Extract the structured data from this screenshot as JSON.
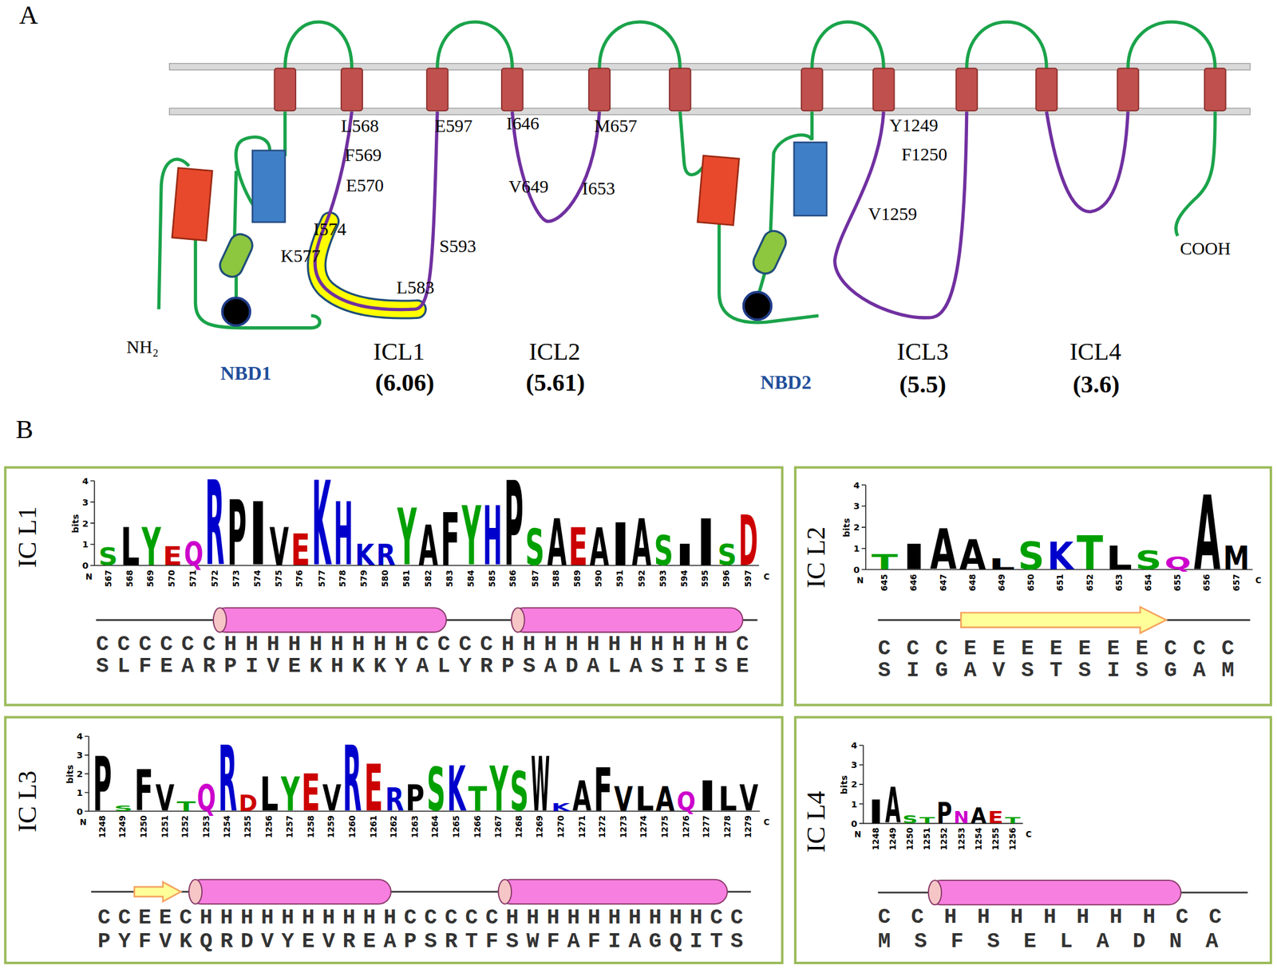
{
  "diagram": {
    "nodes": [
      {
        "text": [
          "IC L1",
          "bits",
          "4",
          "3",
          "2",
          "1",
          "0",
          "N",
          "C",
          "567",
          "568",
          "569",
          "570",
          "571",
          "572",
          "573",
          "574",
          "575",
          "576",
          "577",
          "578",
          "579",
          "580",
          "581",
          "582",
          "583",
          "584",
          "585",
          "586",
          "587",
          "588",
          "589",
          "590",
          "591",
          "592",
          "593",
          "594",
          "595",
          "596",
          "597",
          "S",
          "L",
          "Y",
          "E",
          "Q",
          "R",
          "P",
          "I",
          "V",
          "E",
          "K",
          "H",
          "K",
          "R",
          "Y",
          "A",
          "F",
          "Y",
          "H",
          "P",
          "S",
          "A",
          "E",
          "A",
          "I",
          "A",
          "S",
          "I",
          "I",
          "S",
          "D",
          "CCCCCCHHHHHHHHHCCCCHHHHHHHHHHHC",
          "SLFEARPIVEKHKKYALYRPSADALASIISE"
        ]
      },
      {
        "text": [
          "IC L2",
          "bits",
          "4",
          "3",
          "2",
          "1",
          "0",
          "N",
          "C",
          "645",
          "646",
          "647",
          "648",
          "649",
          "650",
          "651",
          "652",
          "653",
          "654",
          "655",
          "656",
          "657",
          "T",
          "I",
          "A",
          "A",
          "L",
          "S",
          "K",
          "T",
          "L",
          "S",
          "Q",
          "A",
          "M",
          "CCCEEEEEEECCC",
          "SIGAVSTSISGAM"
        ]
      },
      {
        "text": [
          "IC L3",
          "bits",
          "4",
          "3",
          "2",
          "1",
          "0",
          "N",
          "C",
          "1248",
          "1249",
          "1250",
          "1251",
          "1252",
          "1253",
          "1254",
          "1255",
          "1256",
          "1257",
          "1258",
          "1259",
          "1260",
          "1261",
          "1262",
          "1263",
          "1264",
          "1265",
          "1266",
          "1267",
          "1268",
          "1269",
          "1270",
          "1271",
          "1272",
          "1273",
          "1274",
          "1275",
          "1276",
          "1277",
          "1278",
          "1279",
          "P",
          "S",
          "F",
          "V",
          "T",
          "Q",
          "R",
          "D",
          "L",
          "Y",
          "E",
          "V",
          "R",
          "E",
          "R",
          "P",
          "S",
          "K",
          "T",
          "Y",
          "S",
          "W",
          "K",
          "A",
          "F",
          "V",
          "L",
          "A",
          "Q",
          "I",
          "L",
          "V",
          "CCEECHHHHHHHHHHCCCCCHHHHHHHHHHCC",
          "PYFVKQRDVYEVREAPSRTFSWFAFIAGQITS"
        ]
      },
      {
        "text": [
          "IC L4",
          "bits",
          "4",
          "3",
          "2",
          "1",
          "0",
          "N",
          "C",
          "1248",
          "1249",
          "1250",
          "1251",
          "1252",
          "1253",
          "1254",
          "1255",
          "1256",
          "I",
          "A",
          "S",
          "T",
          "P",
          "N",
          "A",
          "E",
          "T",
          "CCHHHHHHHCC",
          "MSFSELADNA"
        ]
      }
    ],
    "labels": [
      "A",
      "L568",
      "E597",
      "I646",
      "M657",
      "Y1249",
      "F569",
      "F1250",
      "E570",
      "V649",
      "I653",
      "V1259",
      "I574",
      "S593",
      "COOH",
      "K577",
      "L583",
      "NH₂",
      "ICL1",
      "ICL2",
      "ICL3",
      "ICL4",
      "NBD1",
      "(6.06)",
      "(5.61)",
      "NBD2",
      "(5.5)",
      "(3.6)",
      "B"
    ]
  }
}
